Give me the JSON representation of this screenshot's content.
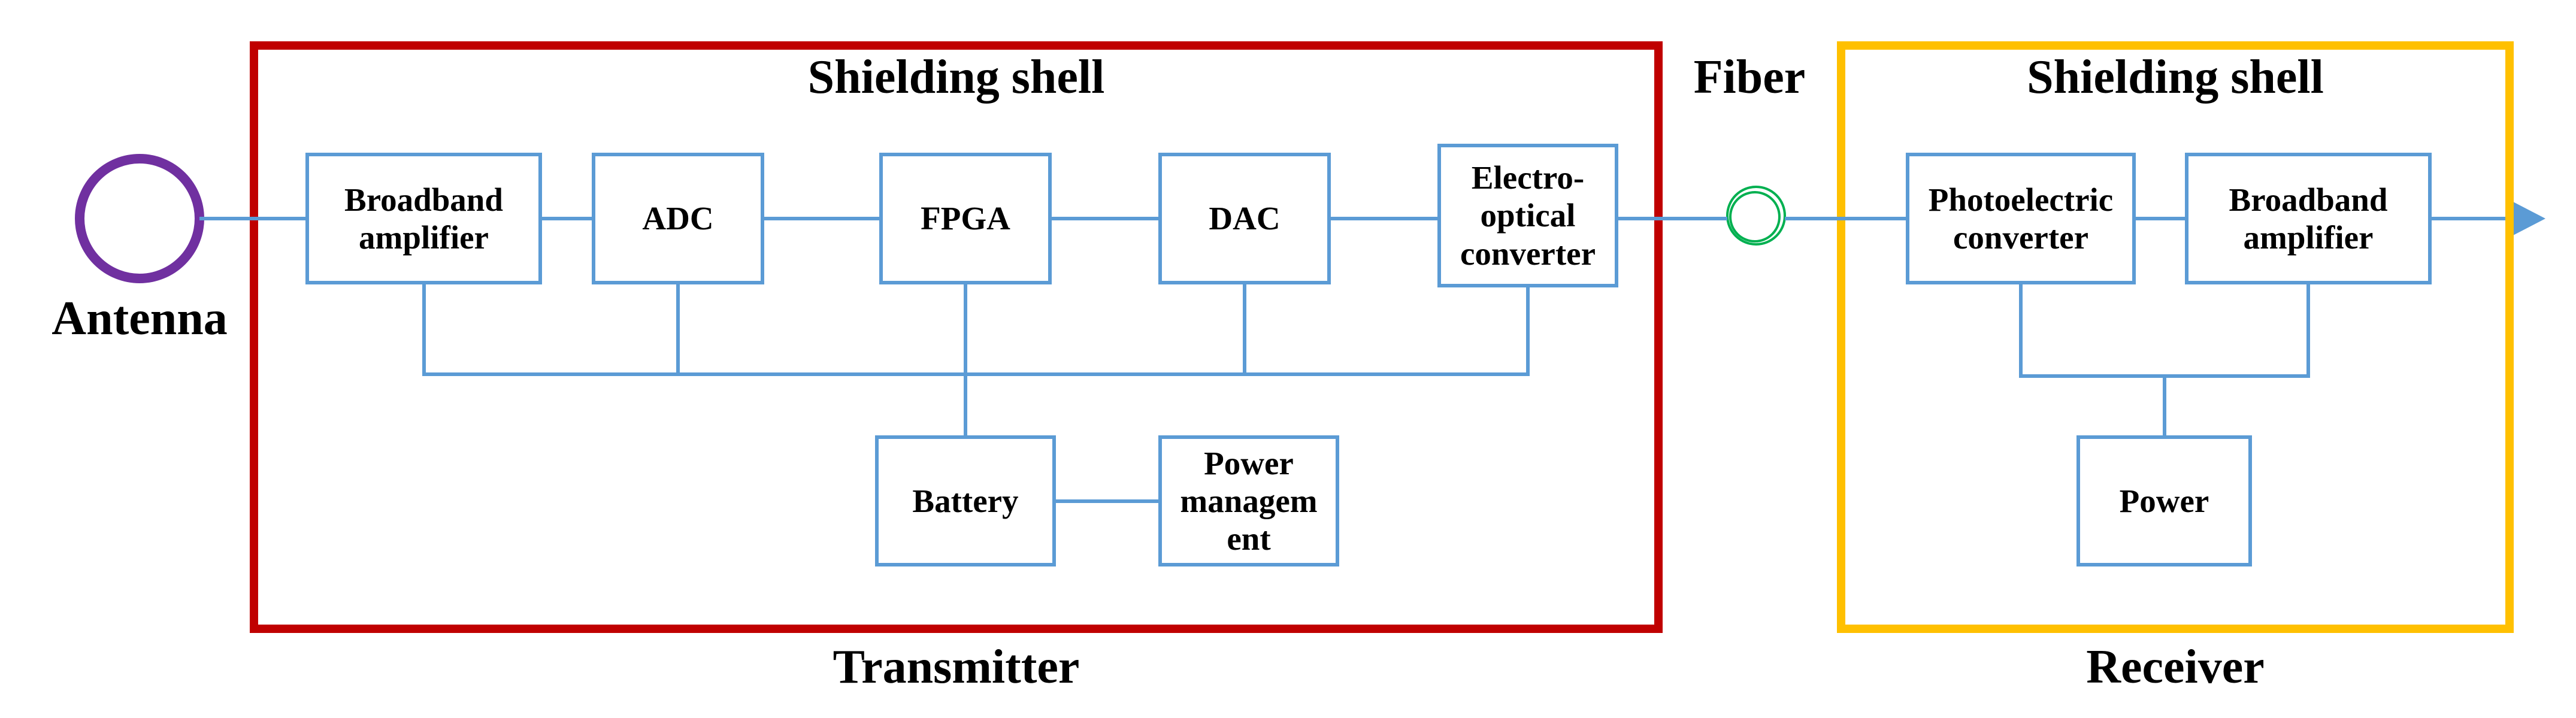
{
  "colors": {
    "line_blue": "#5B9BD5",
    "transmitter_shell": "#C00000",
    "receiver_shell": "#FFC000",
    "antenna_purple": "#7030A0",
    "fiber_green": "#00B050"
  },
  "labels": {
    "antenna": "Antenna",
    "fiber": "Fiber",
    "transmitter": "Transmitter",
    "receiver": "Receiver"
  },
  "transmitter": {
    "shell_title": "Shielding shell",
    "blocks": {
      "broadband_amplifier": "Broadband amplifier",
      "adc": "ADC",
      "fpga": "FPGA",
      "dac": "DAC",
      "electro_optical_converter": "Electro-optical converter",
      "battery": "Battery",
      "power_management": "Power management"
    }
  },
  "receiver": {
    "shell_title": "Shielding shell",
    "blocks": {
      "photoelectric_converter": "Photoelectric converter",
      "broadband_amplifier": "Broadband amplifier",
      "power": "Power"
    }
  }
}
